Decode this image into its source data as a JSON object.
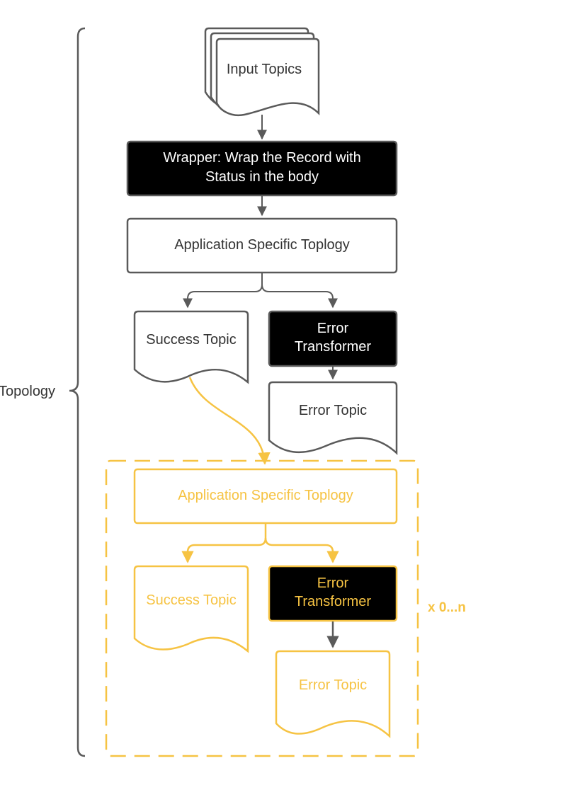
{
  "colors": {
    "gray": "#5a5a5a",
    "dark": "#333333",
    "black": "#000000",
    "yellow": "#f6c343",
    "white": "#ffffff"
  },
  "brace_label": "Topology",
  "input_topics": "Input Topics",
  "wrapper": {
    "line1": "Wrapper: Wrap the Record with",
    "line2": "Status in the body"
  },
  "app_topology": "Application Specific Toplogy",
  "success_topic": "Success Topic",
  "error_transformer": {
    "line1": "Error",
    "line2": "Transformer"
  },
  "error_topic": "Error Topic",
  "repeat": {
    "app_topology": "Application Specific Toplogy",
    "success_topic": "Success Topic",
    "error_transformer": {
      "line1": "Error",
      "line2": "Transformer"
    },
    "error_topic": "Error Topic",
    "multiplier": "x 0...n"
  }
}
